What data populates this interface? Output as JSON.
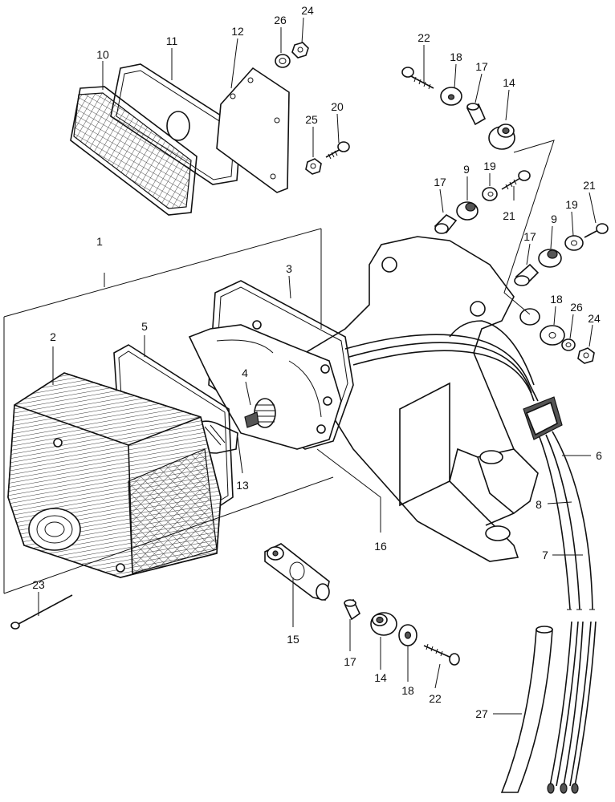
{
  "labels": {
    "l1": "1",
    "l2": "2",
    "l3": "3",
    "l4": "4",
    "l5": "5",
    "l6": "6",
    "l7": "7",
    "l8": "8",
    "l9a": "9",
    "l9b": "9",
    "l10": "10",
    "l11": "11",
    "l12": "12",
    "l13": "13",
    "l14a": "14",
    "l14b": "14",
    "l15": "15",
    "l16": "16",
    "l17a": "17",
    "l17b": "17",
    "l17c": "17",
    "l17d": "17",
    "l18a": "18",
    "l18b": "18",
    "l18c": "18",
    "l19a": "19",
    "l19b": "19",
    "l20": "20",
    "l21a": "21",
    "l21b": "21",
    "l22a": "22",
    "l22b": "22",
    "l23": "23",
    "l24a": "24",
    "l24b": "24",
    "l25": "25",
    "l26a": "26",
    "l26b": "26",
    "l27": "27"
  }
}
